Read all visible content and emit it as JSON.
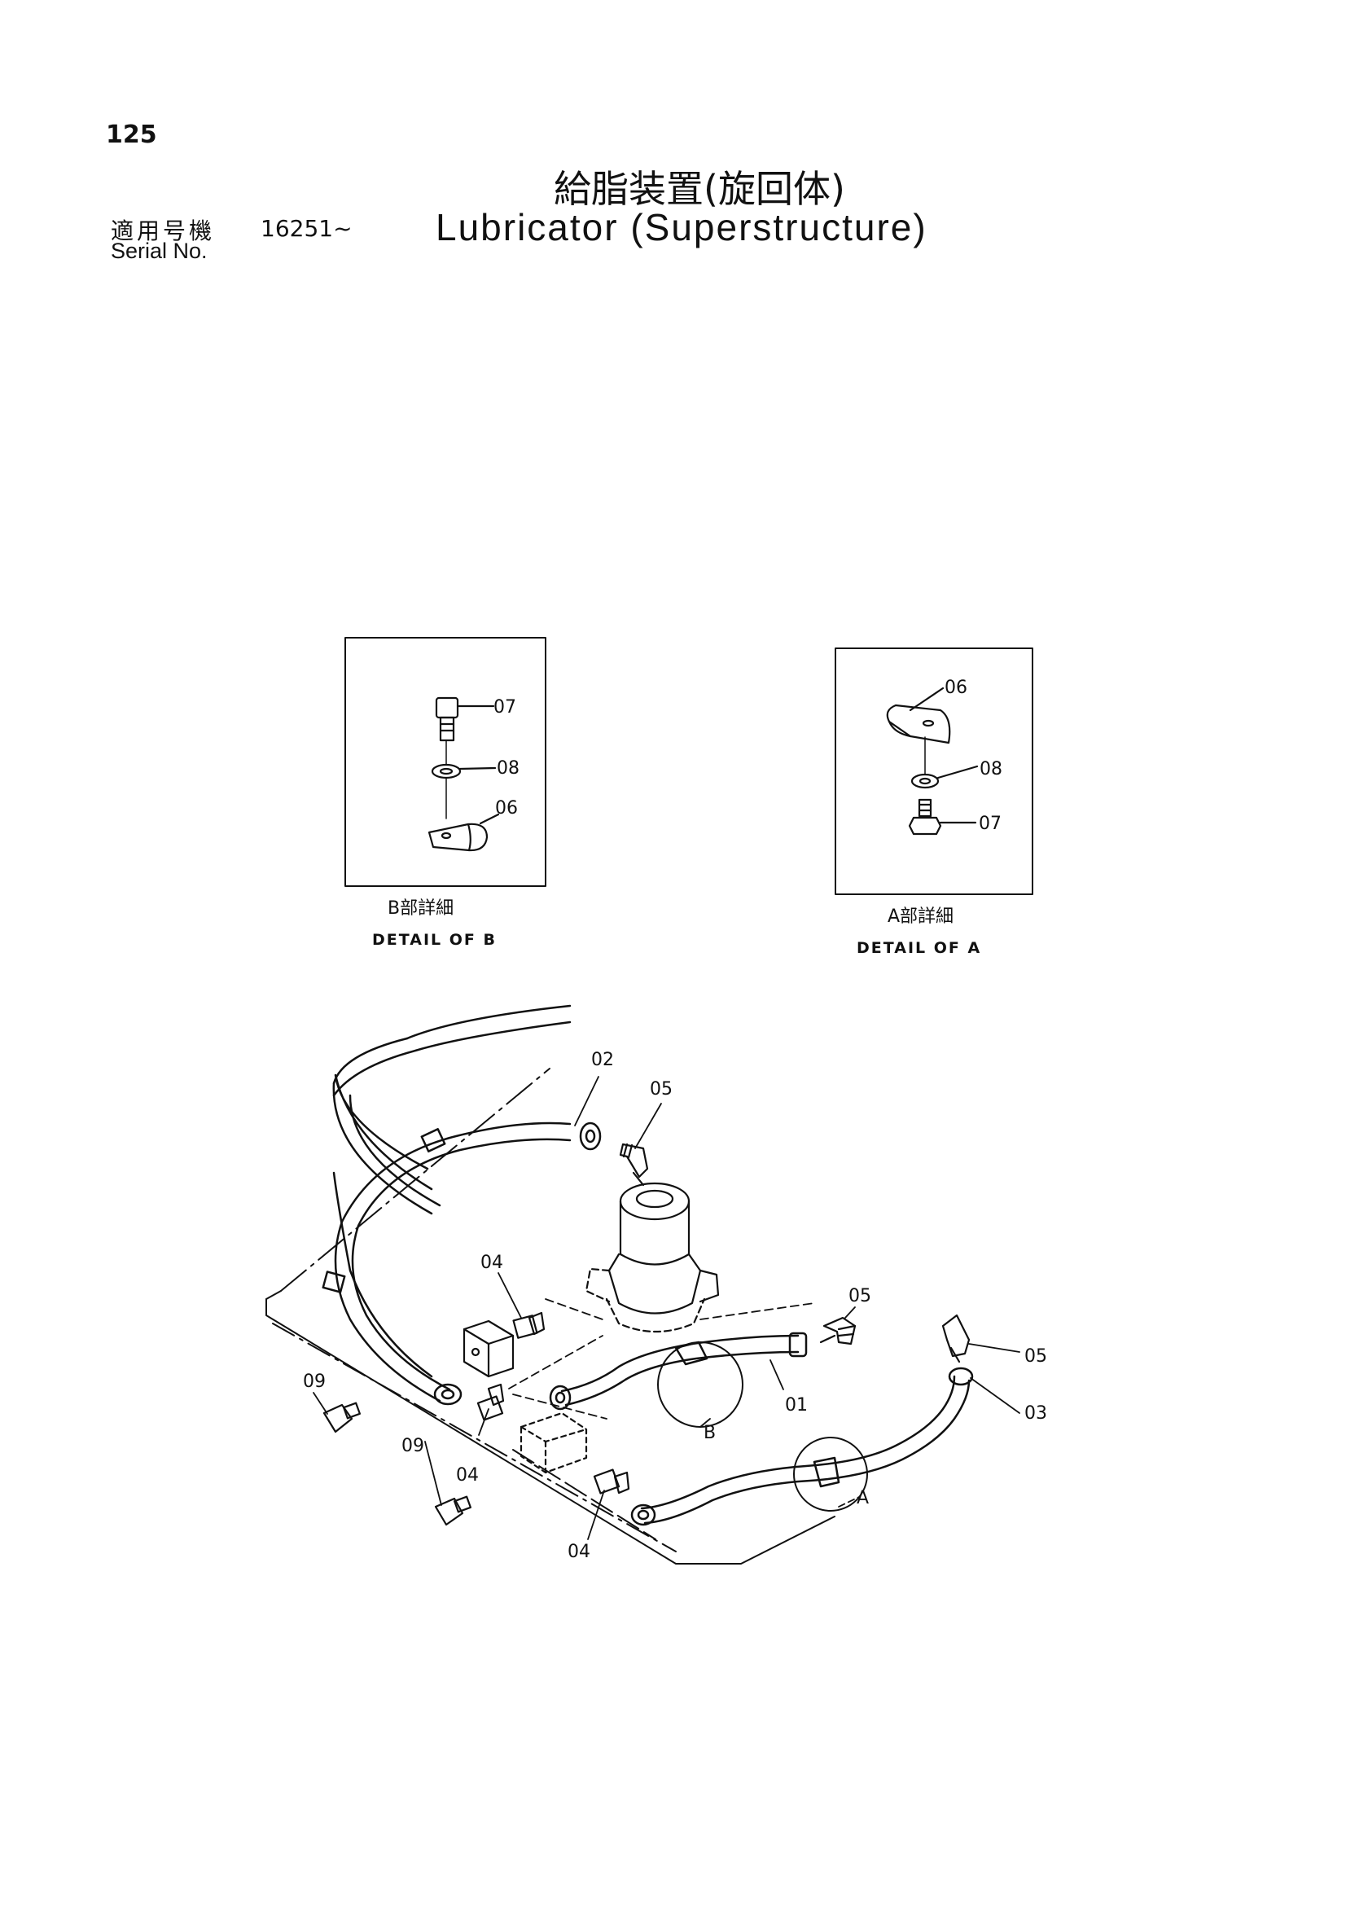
{
  "header": {
    "page_number": "125",
    "title_jp": "給脂装置(旋回体)",
    "title_en": "Lubricator (Superstructure)",
    "serial_label_jp": "適用号機",
    "serial_label_en": "Serial No.",
    "serial_number": "16251~"
  },
  "detail_b": {
    "caption_jp": "B部詳細",
    "caption_en": "DETAIL OF B",
    "labels": {
      "p07": "07",
      "p08": "08",
      "p06": "06"
    }
  },
  "detail_a": {
    "caption_jp": "A部詳細",
    "caption_en": "DETAIL OF A",
    "labels": {
      "p06": "06",
      "p08": "08",
      "p07": "07"
    }
  },
  "main_diagram": {
    "labels": {
      "p02": "02",
      "p05_top": "05",
      "p05_mid": "05",
      "p05_right": "05",
      "p04_top": "04",
      "p04_mid": "04",
      "p04_bot": "04",
      "p09_left": "09",
      "p09_bot": "09",
      "p01": "01",
      "p03": "03",
      "detail_a_marker": "A",
      "detail_b_marker": "B"
    }
  }
}
